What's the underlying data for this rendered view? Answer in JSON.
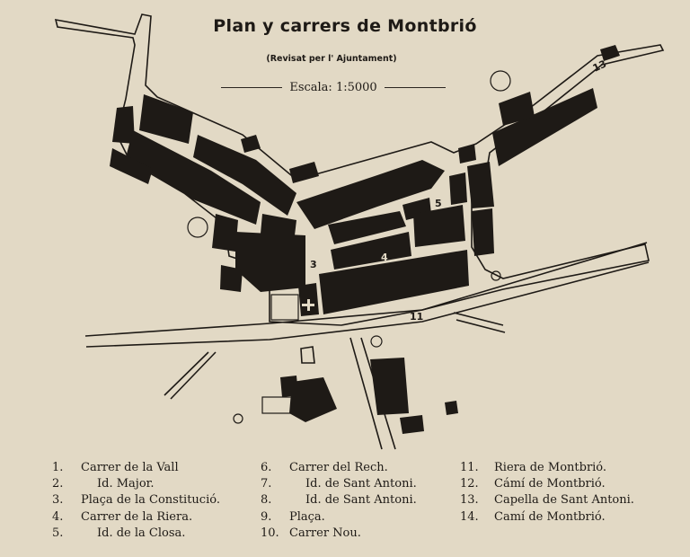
{
  "title": "Plan y carrers de Montbrió",
  "subtitle": "(Revisat per l' Ajuntament)",
  "scale": "Escala: 1:5000",
  "colors": {
    "paper": "#e2d9c5",
    "ink": "#1e1a16"
  },
  "map_labels": [
    "3",
    "4",
    "5",
    "11",
    "13"
  ],
  "legend": {
    "col1": [
      {
        "num": "1.",
        "text": "Carrer de la Vall",
        "indent": false
      },
      {
        "num": "2.",
        "text": "Id. Major.",
        "indent": true
      },
      {
        "num": "3.",
        "text": "Plaça de la Constitució.",
        "indent": false
      },
      {
        "num": "4.",
        "text": "Carrer de la Riera.",
        "indent": false
      },
      {
        "num": "5.",
        "text": "Id. de la Closa.",
        "indent": true
      }
    ],
    "col2": [
      {
        "num": "6.",
        "text": "Carrer del Rech.",
        "indent": false
      },
      {
        "num": "7.",
        "text": "Id. de Sant Antoni.",
        "indent": true
      },
      {
        "num": "8.",
        "text": "Id. de Sant Antoni.",
        "indent": true
      },
      {
        "num": "9.",
        "text": "Plaça.",
        "indent": false
      },
      {
        "num": "10.",
        "text": "Carrer Nou.",
        "indent": false
      }
    ],
    "col3": [
      {
        "num": "11.",
        "text": "Riera de Montbrió.",
        "indent": false
      },
      {
        "num": "12.",
        "text": "Cámí de Montbrió.",
        "indent": false
      },
      {
        "num": "13.",
        "text": "Capella de Sant Antoni.",
        "indent": false
      },
      {
        "num": "14.",
        "text": "Camí de Montbrió.",
        "indent": false
      }
    ]
  }
}
